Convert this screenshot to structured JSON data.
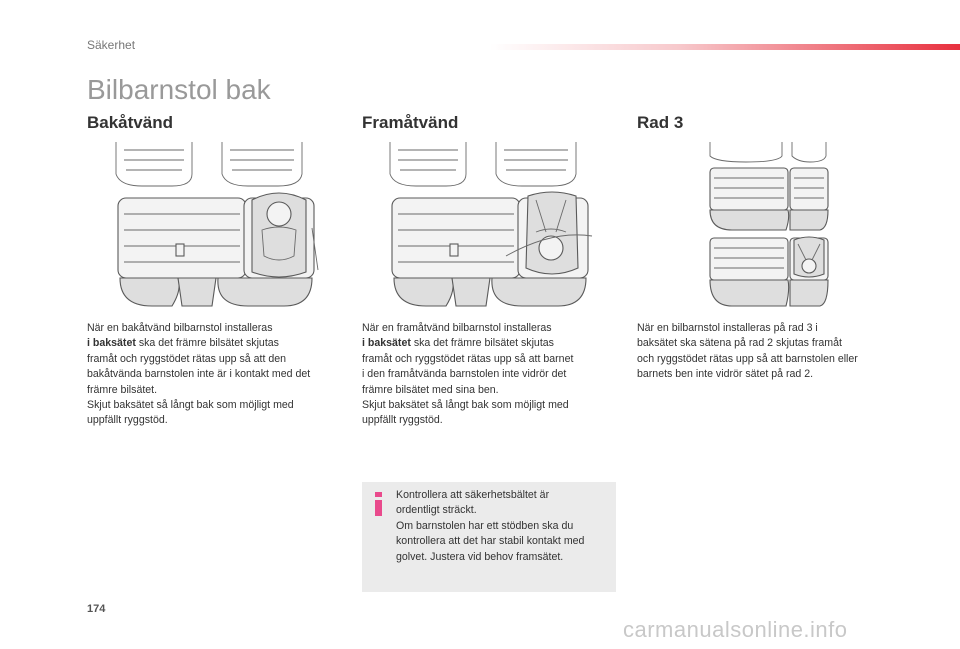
{
  "header": {
    "section": "Säkerhet"
  },
  "page": {
    "title": "Bilbarnstol bak",
    "number": "174"
  },
  "columns": [
    {
      "heading": "Bakåtvänd",
      "lines": [
        "När en bakåtvänd bilbarnstol installeras",
        "i baksätet",
        " ska det främre bilsätet skjutas",
        "framåt och ryggstödet rätas upp så att den",
        "bakåtvända barnstolen inte är i kontakt med det",
        "främre bilsätet.",
        "Skjut baksätet så långt bak som möjligt med",
        "uppfällt ryggstöd."
      ]
    },
    {
      "heading": "Framåtvänd",
      "lines": [
        "När en framåtvänd bilbarnstol installeras",
        "i baksätet",
        " ska det främre bilsätet skjutas",
        "framåt och ryggstödet rätas upp så att barnet",
        "i den framåtvända barnstolen inte vidrör det",
        "främre bilsätet med sina ben.",
        "Skjut baksätet så långt bak som möjligt med",
        "uppfällt ryggstöd."
      ]
    },
    {
      "heading": "Rad 3",
      "lines": [
        "När en bilbarnstol installeras på rad 3 i",
        "baksätet ska sätena på rad 2 skjutas framåt",
        "och ryggstödet rätas upp så att barnstolen eller",
        "barnets ben inte vidrör sätet på rad 2."
      ]
    }
  ],
  "info": {
    "icon": "info-icon",
    "lines": [
      "Kontrollera att säkerhetsbältet är",
      "ordentligt sträckt.",
      "Om barnstolen har ett stödben ska du",
      "kontrollera att det har stabil kontakt med",
      "golvet. Justera vid behov framsätet."
    ]
  },
  "watermark": "carmanualsonline.info",
  "colors": {
    "accent": "#e8303e",
    "info_icon": "#e94a8c",
    "box": "#ebebeb"
  }
}
